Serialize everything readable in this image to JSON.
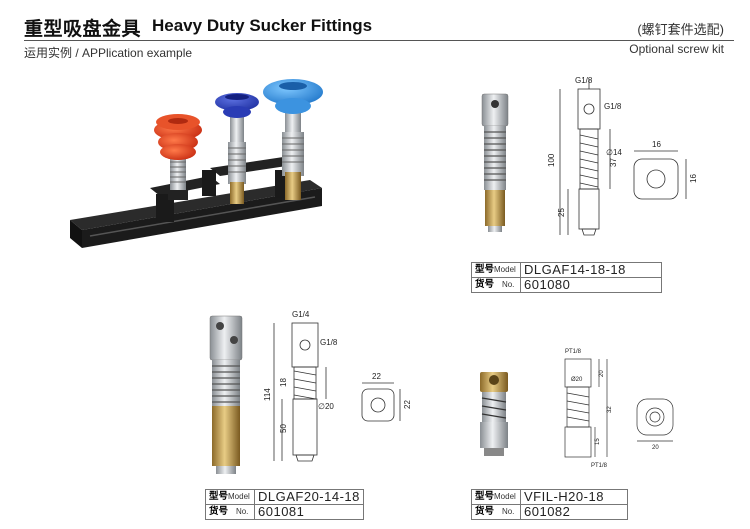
{
  "header": {
    "title_cn": "重型吸盘金具",
    "title_en": "Heavy Duty Sucker Fittings",
    "subtitle_cn": "(螺钉套件选配)",
    "application_label": "运用实例 / APPlication example",
    "screw_kit_label": "Optional screw kit"
  },
  "spec_labels": {
    "model_cn": "型号",
    "model_en": "Model",
    "item_cn": "货号",
    "item_en": "No."
  },
  "products": [
    {
      "model": "DLGAF14-18-18",
      "item_no": "601080",
      "dims": {
        "g_top": "G1/8",
        "g_side": "G1/8",
        "length": "100",
        "spring": "37",
        "dia": "∅14",
        "tip": "25",
        "hex_w": "16",
        "hex_h": "16"
      }
    },
    {
      "model": "DLGAF20-14-18",
      "item_no": "601081",
      "dims": {
        "g_top": "G1/4",
        "g_side": "G1/8",
        "length": "114",
        "spring": "18",
        "dia": "∅20",
        "tip": "50",
        "hex_w": "22",
        "hex_h": "22"
      }
    },
    {
      "model": "VFIL-H20-18",
      "item_no": "601082",
      "dims": {
        "pt_top": "PT1/8",
        "pt_bottom": "PT1/8",
        "d1": "20",
        "d2": "32",
        "d3": "15",
        "hex_w": "20",
        "small": "Ø20"
      }
    }
  ]
}
